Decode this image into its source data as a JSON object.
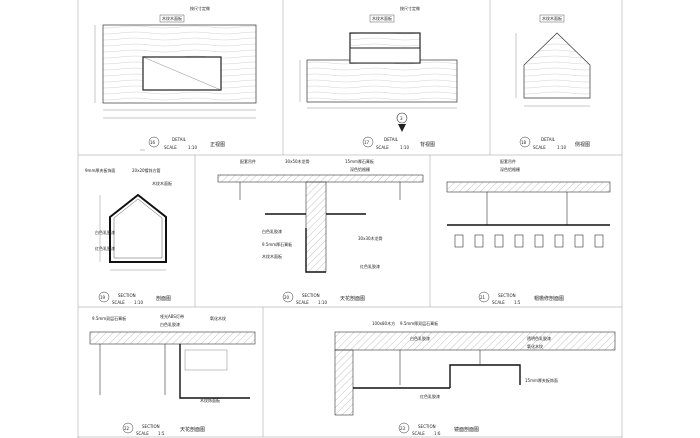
{
  "details": [
    {
      "id": "16",
      "word": "DETAIL",
      "scale_label": "SCALE",
      "scale": "1:10",
      "title": "正视图"
    },
    {
      "id": "17",
      "word": "DETAIL",
      "scale_label": "SCALE",
      "scale": "1:10",
      "title": "背视图"
    },
    {
      "id": "18",
      "word": "DETAIL",
      "scale_label": "SCALE",
      "scale": "1:10",
      "title": "侧视图"
    },
    {
      "id": "19",
      "word": "SECTION",
      "scale_label": "SCALE",
      "scale": "1:10",
      "title": "剖面图"
    },
    {
      "id": "20",
      "word": "SECTION",
      "scale_label": "SCALE",
      "scale": "1:10",
      "title": "天花剖面图"
    },
    {
      "id": "21",
      "word": "SECTION",
      "scale_label": "SCALE",
      "scale": "1:5",
      "title": "帽檐修剖面图"
    },
    {
      "id": "22",
      "word": "SECTION",
      "scale_label": "SCALE",
      "scale": "1:5",
      "title": "天花剖面图"
    },
    {
      "id": "23",
      "word": "SECTION",
      "scale_label": "SCALE",
      "scale": "1:6",
      "title": "镜面剖面图"
    }
  ],
  "notes": {
    "p16_a": "木纹木面板",
    "p16_b": "按尺寸定做",
    "p17_a": "木纹木面板",
    "p17_b": "按尺寸定做",
    "p18_a": "木纹木面板",
    "p19_a": "9mm厚夹板饰面",
    "p19_b": "20x20镀锌方管",
    "p19_c": "木纹木面板",
    "p19_d": "白色乳胶漆",
    "p19_e": "红色乳胶漆",
    "p20_a": "配套吊件",
    "p20_b": "30x50木龙骨",
    "p20_c": "15mm厚石膏板",
    "p20_d": "深色铝格栅",
    "p20_e": "白色乳胶漆",
    "p20_f": "30x30木龙骨",
    "p20_g": "9.5mm厚石膏板",
    "p20_h": "木纹木面板",
    "p20_i": "红色乳胶漆",
    "p21_a": "配套吊件",
    "p21_b": "深色铝格栅",
    "p22_a": "9.5mm双层石膏板",
    "p22_b": "哑光ABS灯带",
    "p22_c": "白色乳胶漆",
    "p22_d": "氧化木纹",
    "p22_e": "木纹饰面板",
    "p23_a": "100x80木方",
    "p23_b": "9.5mm厚双层石膏板",
    "p23_c": "白色乳胶漆",
    "p23_d": "透明色乳胶漆",
    "p23_e": "氧化木纹",
    "p23_f": "红色乳胶漆",
    "p23_g": "15mm厚夹板饰面",
    "mid_arrow": "3"
  }
}
